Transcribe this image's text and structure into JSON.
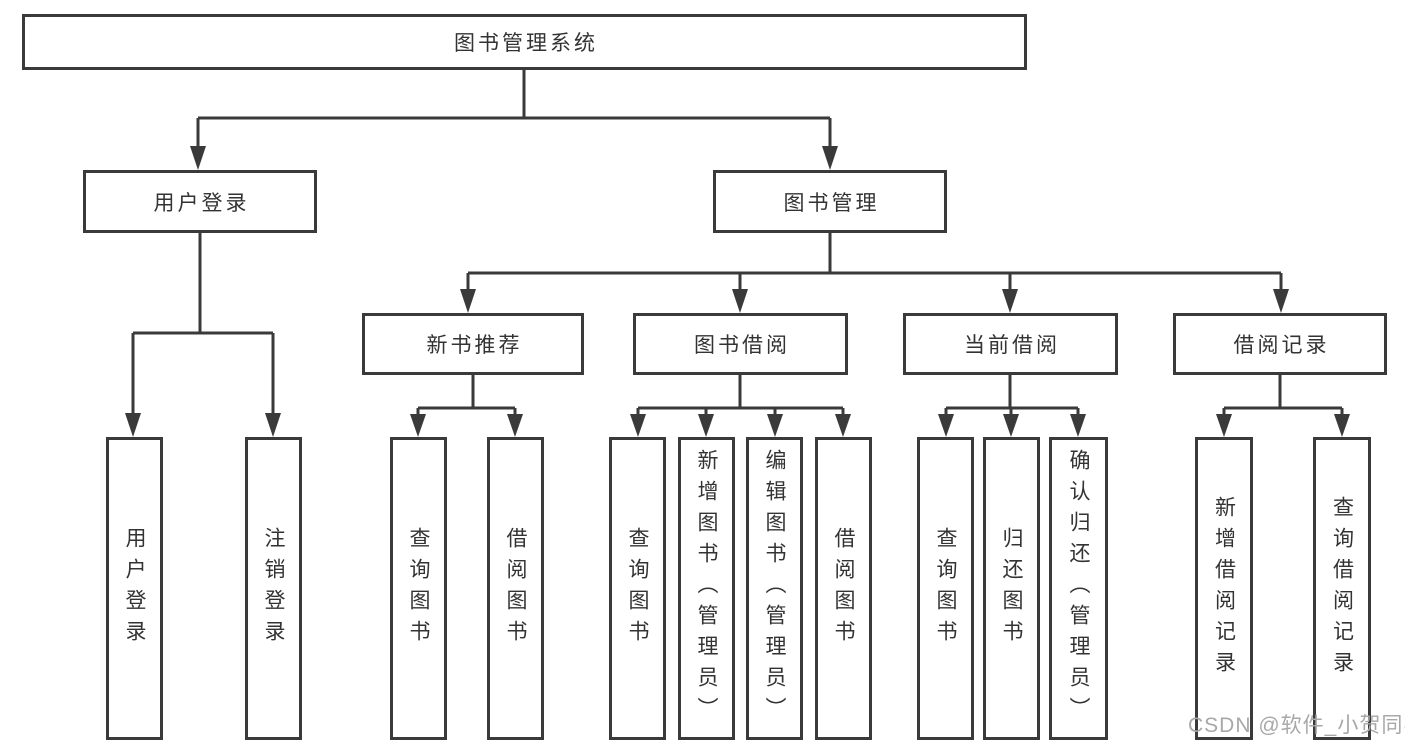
{
  "diagram": {
    "type": "hierarchy-tree",
    "title": "图书管理系统",
    "colors": {
      "line": "#3a3a3a",
      "box_border": "#3a3a3a",
      "text": "#333333",
      "watermark": "#a8a8a8",
      "background": "#ffffff"
    },
    "tree": {
      "label": "图书管理系统",
      "children": [
        {
          "label": "用户登录",
          "children": [
            {
              "label": "用户登录"
            },
            {
              "label": "注销登录"
            }
          ]
        },
        {
          "label": "图书管理",
          "children": [
            {
              "label": "新书推荐",
              "children": [
                {
                  "label": "查询图书"
                },
                {
                  "label": "借阅图书"
                }
              ]
            },
            {
              "label": "图书借阅",
              "children": [
                {
                  "label": "查询图书"
                },
                {
                  "label": "新增图书（管理员）"
                },
                {
                  "label": "编辑图书（管理员）"
                },
                {
                  "label": "借阅图书"
                }
              ]
            },
            {
              "label": "当前借阅",
              "children": [
                {
                  "label": "查询图书"
                },
                {
                  "label": "归还图书"
                },
                {
                  "label": "确认归还（管理员）"
                }
              ]
            },
            {
              "label": "借阅记录",
              "children": [
                {
                  "label": "新增借阅记录"
                },
                {
                  "label": "查询借阅记录"
                }
              ]
            }
          ]
        }
      ]
    }
  },
  "watermark": {
    "text": "CSDN @软件_小贺同学"
  }
}
